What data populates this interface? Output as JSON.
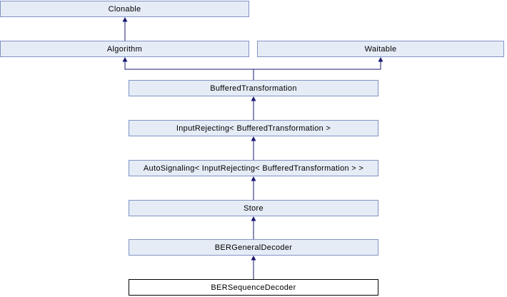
{
  "diagram": {
    "kind": "class-inheritance-graph",
    "nodes": [
      {
        "id": "clonable",
        "label": "Clonable",
        "current": false
      },
      {
        "id": "algorithm",
        "label": "Algorithm",
        "current": false
      },
      {
        "id": "waitable",
        "label": "Waitable",
        "current": false
      },
      {
        "id": "bufferedtransformation",
        "label": "BufferedTransformation",
        "current": false
      },
      {
        "id": "inputrejecting",
        "label": "InputRejecting< BufferedTransformation >",
        "current": false
      },
      {
        "id": "autosignaling",
        "label": "AutoSignaling< InputRejecting< BufferedTransformation > >",
        "current": false
      },
      {
        "id": "store",
        "label": "Store",
        "current": false
      },
      {
        "id": "bergeneraldecoder",
        "label": "BERGeneralDecoder",
        "current": false
      },
      {
        "id": "bersequencedecoder",
        "label": "BERSequenceDecoder",
        "current": true
      }
    ],
    "edges": [
      {
        "from": "algorithm",
        "to": "clonable"
      },
      {
        "from": "bufferedtransformation",
        "to": "algorithm"
      },
      {
        "from": "bufferedtransformation",
        "to": "waitable"
      },
      {
        "from": "inputrejecting",
        "to": "bufferedtransformation"
      },
      {
        "from": "autosignaling",
        "to": "inputrejecting"
      },
      {
        "from": "store",
        "to": "autosignaling"
      },
      {
        "from": "bergeneraldecoder",
        "to": "store"
      },
      {
        "from": "bersequencedecoder",
        "to": "bergeneraldecoder"
      }
    ],
    "colors": {
      "node_fill": "#e6ecf6",
      "node_border": "#8093c6",
      "current_fill": "#ffffff",
      "current_border": "#000000",
      "arrow": "#191970",
      "text": "#000000",
      "background": "#ffffff"
    }
  }
}
